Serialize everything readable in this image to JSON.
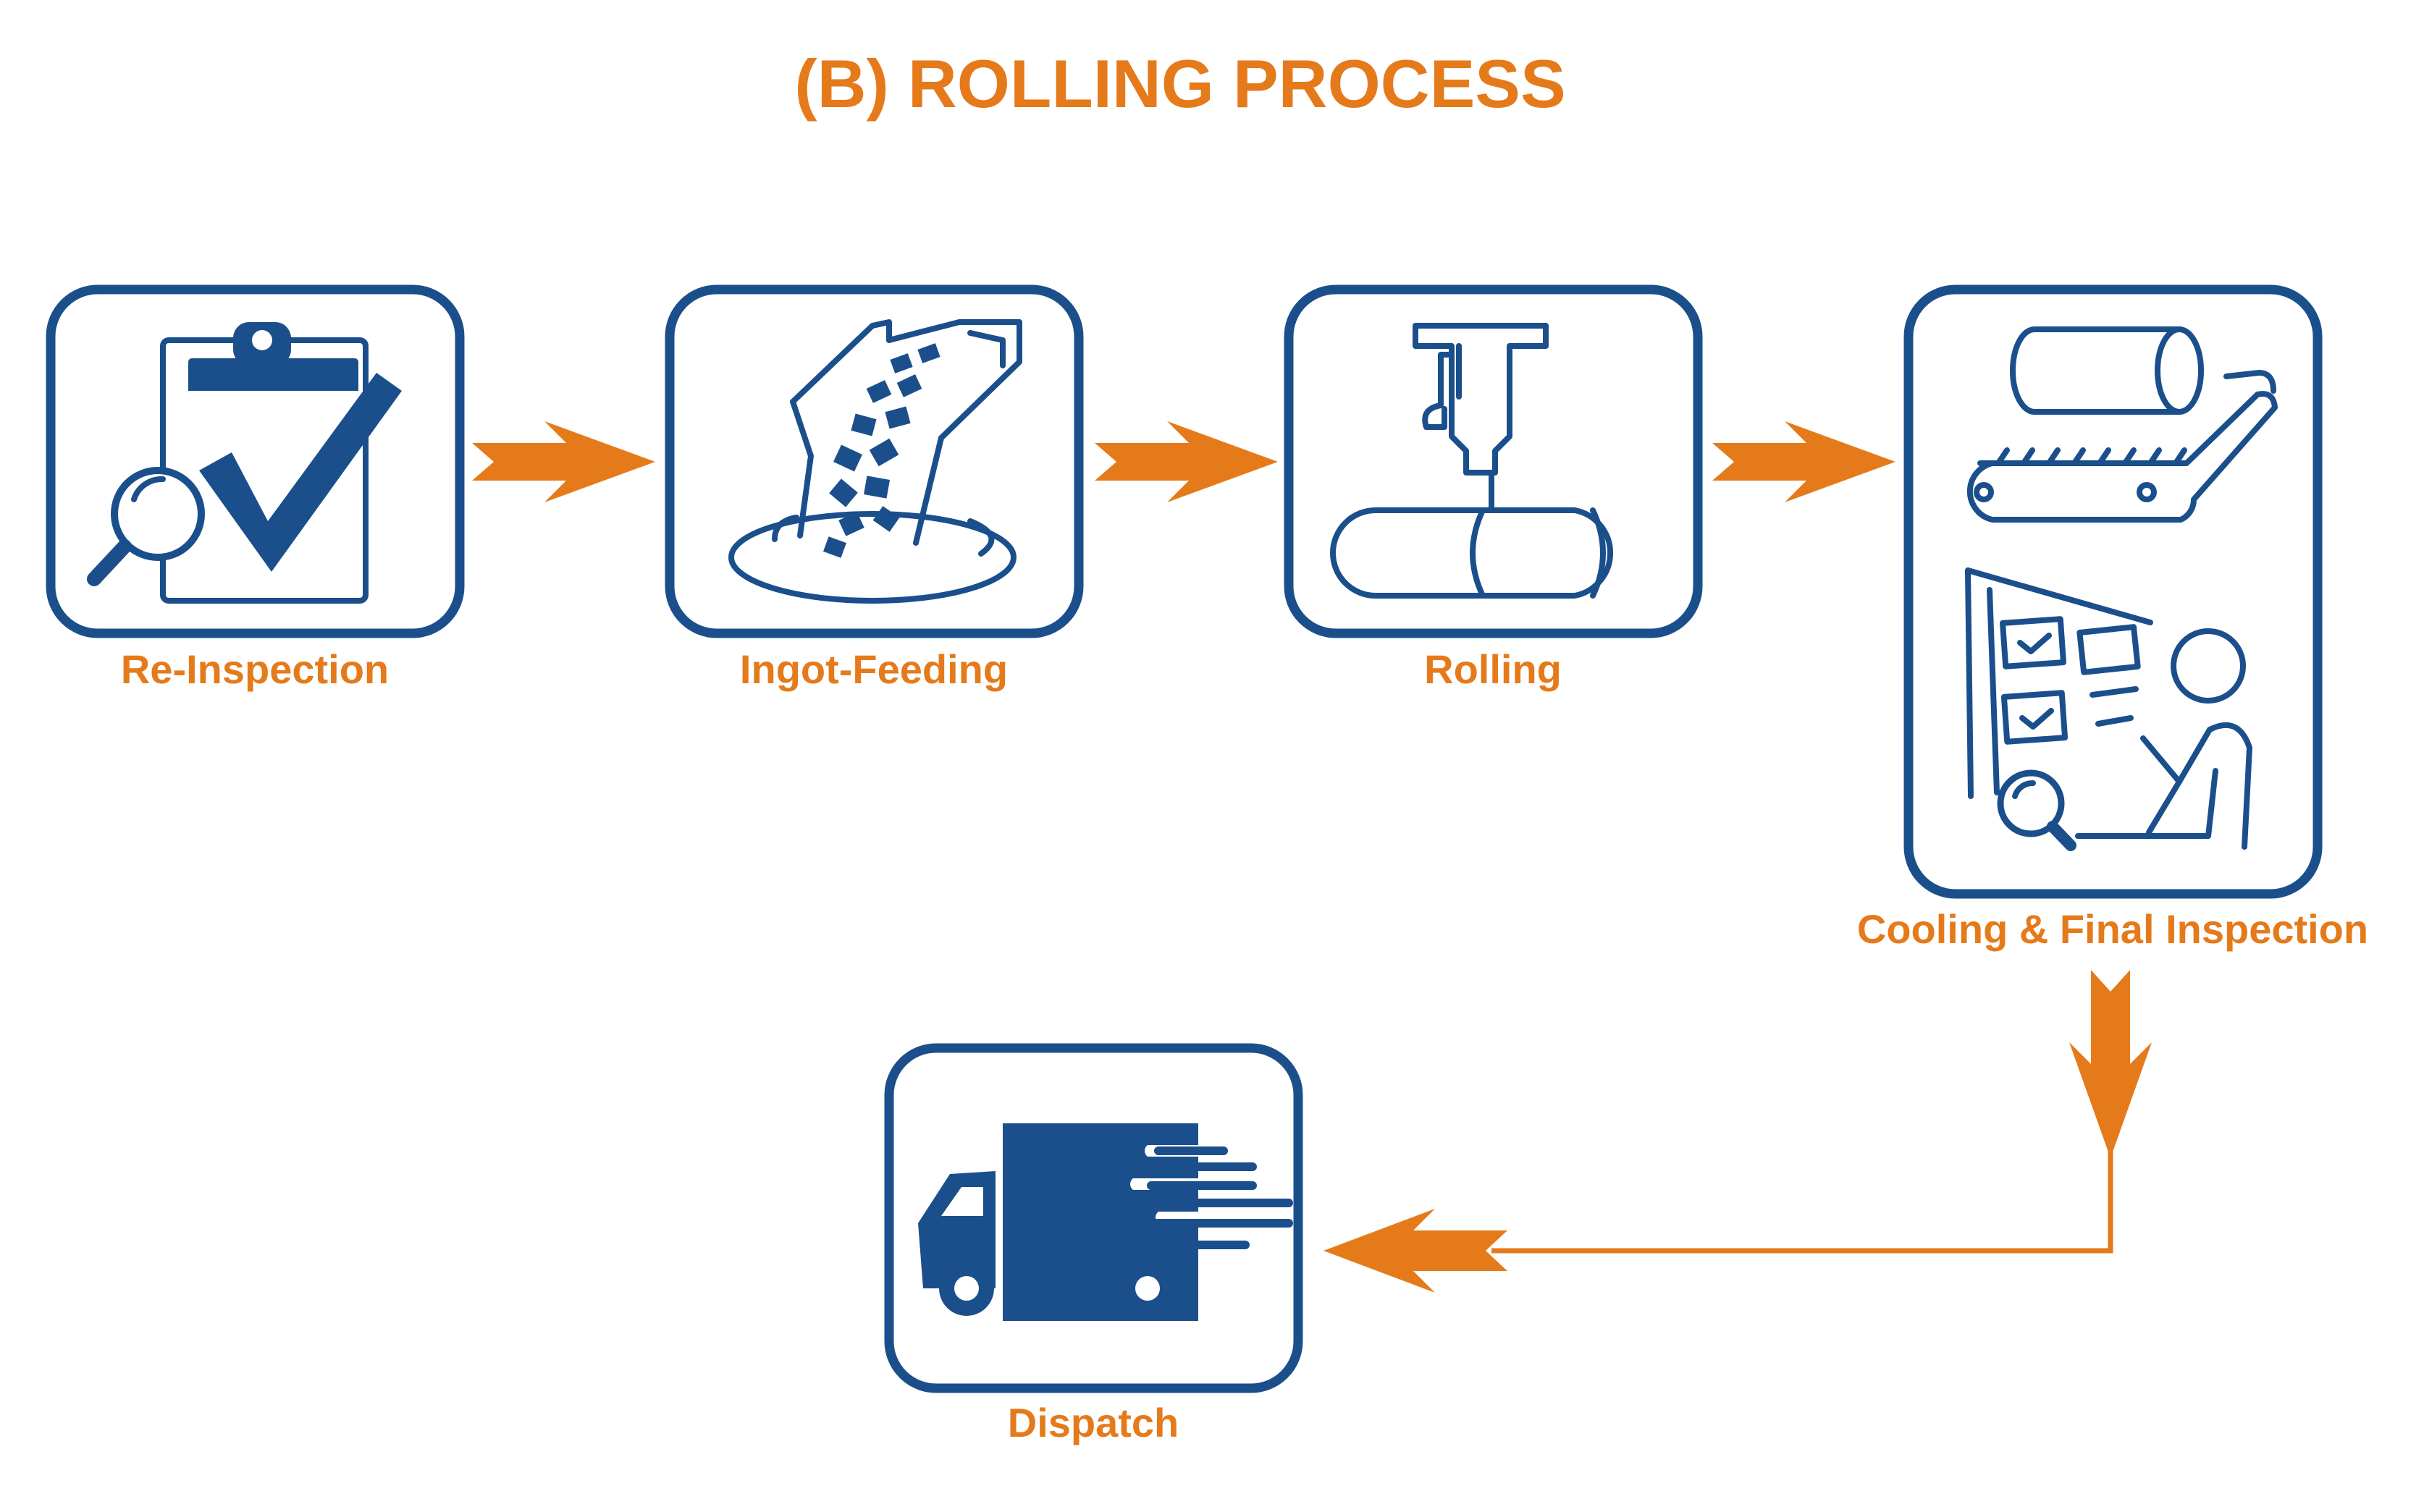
{
  "title": "(B) ROLLING PROCESS",
  "steps": [
    {
      "label": "Re-Inspection",
      "icon": "clipboard-check-magnifier-icon"
    },
    {
      "label": "Ingot-Feeding",
      "icon": "ingot-chute-icon"
    },
    {
      "label": "Rolling",
      "icon": "rolling-mill-icon"
    },
    {
      "label": "Cooling & Final Inspection",
      "icon": "conveyor-inspector-icon"
    },
    {
      "label": "Dispatch",
      "icon": "delivery-truck-icon"
    }
  ],
  "colors": {
    "accent": "#E57A1B",
    "primary": "#1B4F8C",
    "background": "#FFFFFF"
  }
}
